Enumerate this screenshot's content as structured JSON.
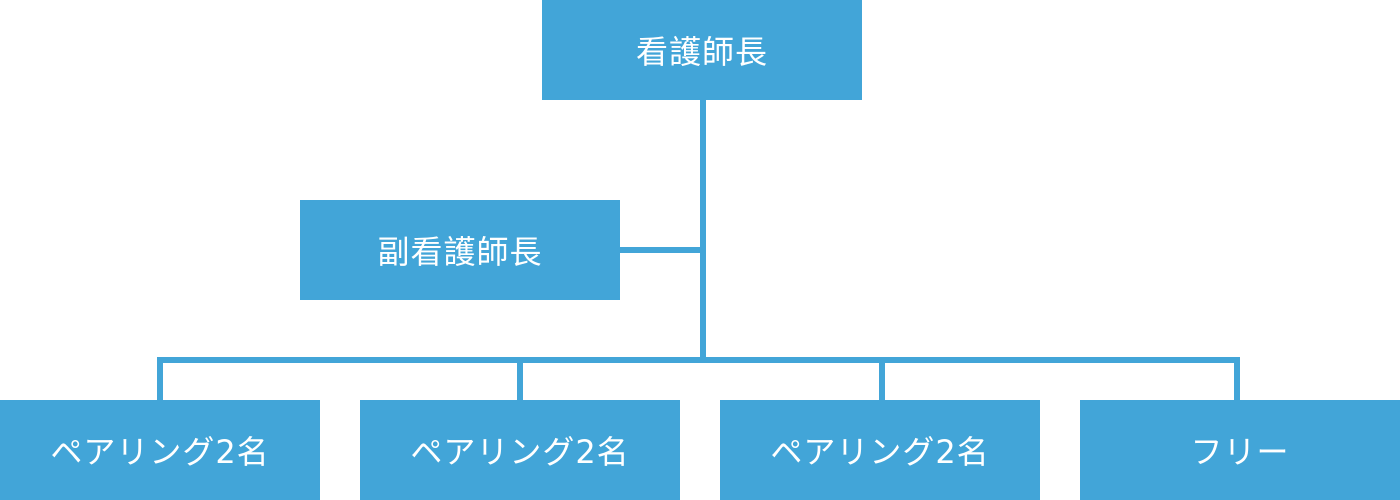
{
  "colors": {
    "node_fill": "#42a5d8",
    "connector": "#42a5d8",
    "text": "#ffffff",
    "background": "#ffffff"
  },
  "org": {
    "head": {
      "label": "看護師長"
    },
    "deputy": {
      "label": "副看護師長"
    },
    "teams": [
      {
        "label": "ペアリング2名"
      },
      {
        "label": "ペアリング2名"
      },
      {
        "label": "ペアリング2名"
      },
      {
        "label": "フリー"
      }
    ]
  }
}
